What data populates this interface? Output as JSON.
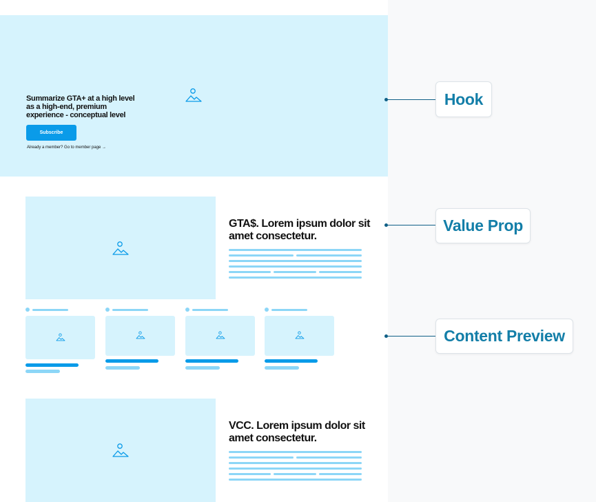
{
  "hero": {
    "title": "Summarize GTA+ at a high level as a high-end, premium experience - conceptual level",
    "subscribe_label": "Subscribe",
    "member_link": "Already a member? Go to member page →"
  },
  "value_prop": {
    "heading": "GTA$. Lorem ipsum dolor sit amet consectetur."
  },
  "vcc": {
    "heading": "VCC. Lorem ipsum dolor sit amet consectetur."
  },
  "annotations": [
    {
      "label": "Hook"
    },
    {
      "label": "Value Prop"
    },
    {
      "label": "Content Preview"
    }
  ],
  "colors": {
    "placeholder_bg": "#d6f3fd",
    "accent": "#0a9be9",
    "line": "#8cd6f7",
    "annotation_text": "#137ea8",
    "connector": "#0f5f86"
  },
  "icons": [
    "image-placeholder-icon"
  ]
}
